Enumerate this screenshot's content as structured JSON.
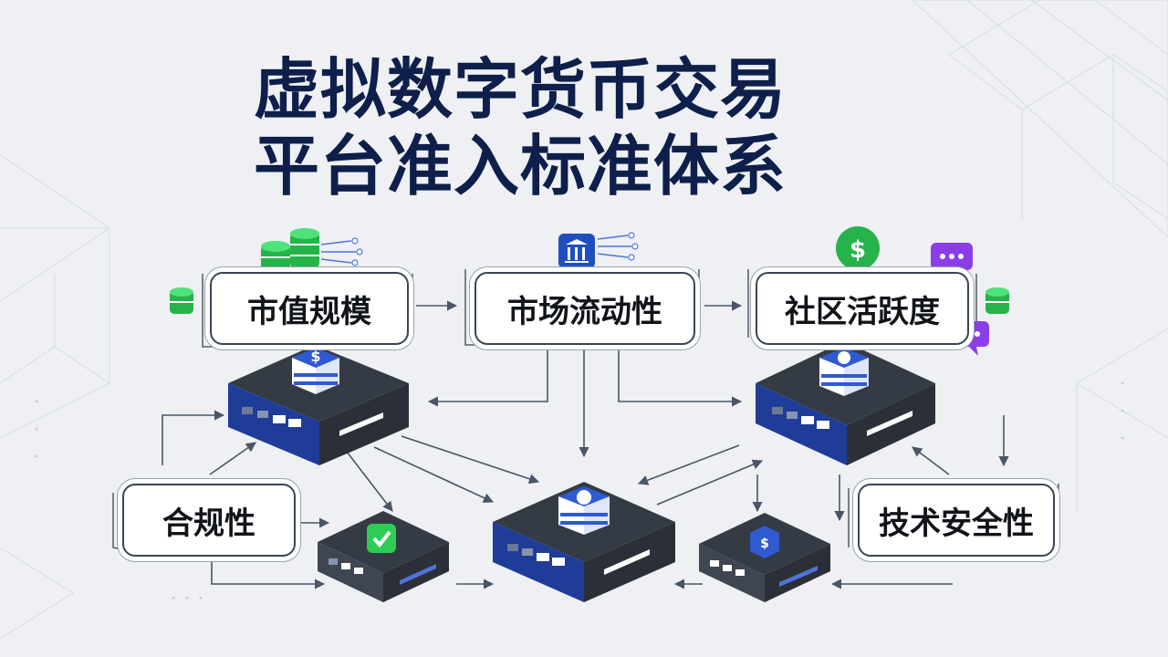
{
  "title": {
    "line1": "虚拟数字货币交易",
    "line2": "平台准入标准体系"
  },
  "criteria": {
    "market_cap": "市值规模",
    "liquidity": "市场流动性",
    "community": "社区活跃度",
    "compliance": "合规性",
    "tech_security": "技术安全性"
  },
  "icons": {
    "coin_stack": "coin-stack-icon",
    "bank": "bank-icon",
    "dollar_badge": "dollar-badge-icon",
    "chat": "chat-bubble-icon",
    "check": "check-shield-icon",
    "server": "server-node-icon"
  },
  "colors": {
    "title": "#0f1f4b",
    "server_blue": "#1d3e9e",
    "server_dark": "#2e333b",
    "green": "#2ecc55",
    "purple": "#8b3ee6",
    "arrow": "#4a5566"
  }
}
